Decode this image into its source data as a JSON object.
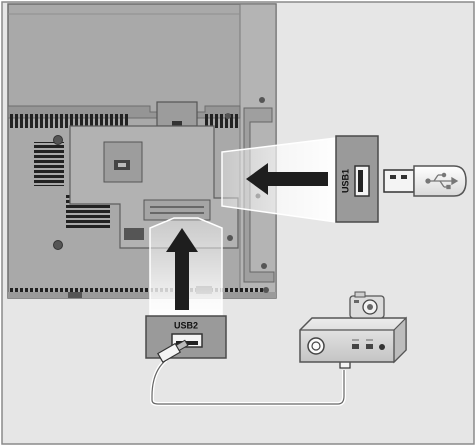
{
  "ports": {
    "usb1": {
      "label": "USB1"
    },
    "usb2": {
      "label": "USB2"
    }
  },
  "devices": [
    "usb-flash-drive",
    "external-hard-drive",
    "digital-camera"
  ],
  "colors": {
    "background": "#e6e6e6",
    "tv_back": "#a9a9a9",
    "tv_edge": "#7a7a7a",
    "arrow": "#1e1e1e",
    "device": "#d6d6d6"
  }
}
